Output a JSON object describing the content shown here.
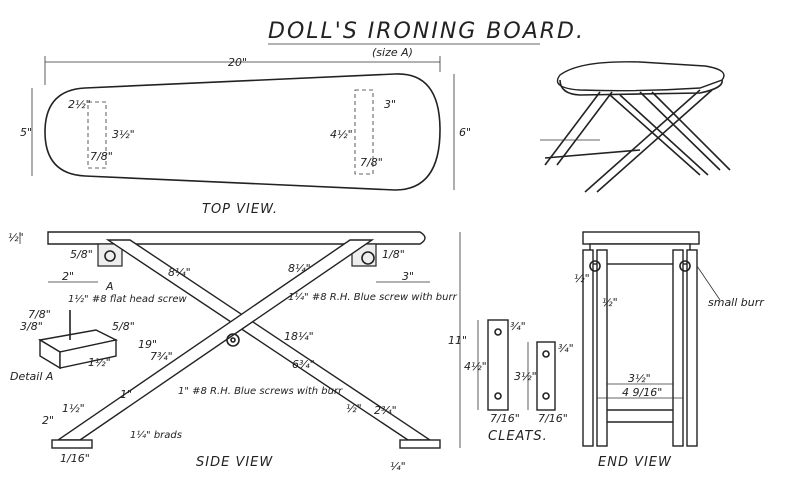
{
  "title": "DOLL'S IRONING BOARD.",
  "subtitle": "(size A)",
  "views": {
    "top": "TOP VIEW.",
    "side": "SIDE VIEW",
    "end": "END VIEW",
    "cleats": "CLEATS."
  },
  "dims": {
    "length": "20\"",
    "width_end": "5\"",
    "width_wide": "6\"",
    "d_2_half": "2½\"",
    "d_3_half": "3½\"",
    "d_7_8": "7/8\"",
    "d_4_half": "4½\"",
    "d_3": "3\"",
    "d_7_8b": "7/8\"",
    "d_1_2_top": "½\"",
    "d_5_8": "5/8\"",
    "d_2": "2\"",
    "d_A": "A",
    "d_8_quarter_a": "8¼\"",
    "d_8_quarter_b": "8¼\"",
    "d_3_right": "3\"",
    "d_1_8": "1/8\"",
    "d_19": "19\"",
    "d_7_3_4": "7¾\"",
    "d_18_1_4": "18¼\"",
    "d_6_3_4": "6¾\"",
    "d_11": "11\"",
    "d_1_half_side": "1½\"",
    "d_2_left": "2\"",
    "d_1_4": "¼\"",
    "d_1_16": "1/16\"",
    "d_2_3_4": "2¾\"",
    "d_1_2_bot": "½\"",
    "d_1_left": "1\"",
    "d_4_half_cleat": "4½\"",
    "d_3_half_cleat": "3½\"",
    "d_7_16_a": "7/16\"",
    "d_7_16_b": "7/16\"",
    "d_3_4": "¾\"",
    "d_3_4b": "¾\"",
    "d_end_3_half": "3½\"",
    "d_end_4_9_16": "4 9/16\"",
    "d_end_1_2a": "½\"",
    "d_end_1_2b": "½\"",
    "d_detail_1_half": "1½\"",
    "d_detail_3_8": "3/8\"",
    "d_detail_7_8": "7/8\"",
    "d_detail_5_8": "5/8\""
  },
  "notes": {
    "flat_head": "1½\" #8 flat head screw",
    "rh_blue_burr": "1¼\" #8 R.H. Blue screw with burr",
    "rh_blue_center": "1\" #8 R.H. Blue screws with burr",
    "brads": "1¼\" brads",
    "small_burr": "small burr",
    "detail_a": "Detail A"
  }
}
